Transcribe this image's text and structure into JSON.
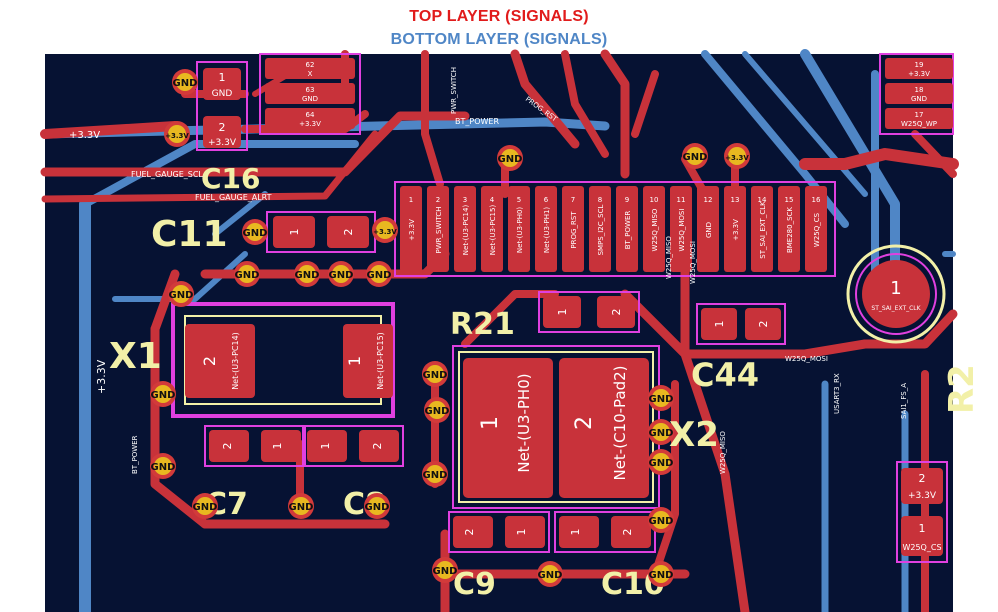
{
  "header": {
    "top_layer": "TOP LAYER (SIGNALS)",
    "bottom_layer": "BOTTOM LAYER (SIGNALS)"
  },
  "colors": {
    "top_layer": "#e11b1b",
    "bottom_layer": "#4f86c6",
    "board": "#061233",
    "copper": "#c8323a",
    "silkscreen": "#f2f0a8",
    "courtyard": "#e040e0",
    "via": "#e8b820"
  },
  "designators": {
    "c11": "C11",
    "c16": "C16",
    "r21": "R21",
    "x1": "X1",
    "x2": "X2",
    "c7": "C7",
    "c8": "C8",
    "c9": "C9",
    "c10": "C10",
    "c44": "C44",
    "r2": "R2"
  },
  "nets": {
    "v33": "+3.3V",
    "gnd": "GND",
    "fuel_gauge_scl": "FUEL_GAUGE_SCL",
    "fuel_gauge_alrt": "FUEL_GAUGE_ALRT",
    "bt_power": "BT_POWER",
    "pwr_switch": "PWR_SWITCH",
    "prog_rst": "PROG_RST",
    "w25q_mosi": "W25Q_MOSI",
    "w25q_miso": "W25Q_MISO",
    "w25q_wp": "W25Q_WP",
    "w25q_cs": "W25Q_CS",
    "usart3_rx": "USART3_RX",
    "sai1_fs_a": "SAI1_FS_A",
    "st_sai_ext_clk": "ST_SAI_EXT_CLK",
    "x": "X"
  },
  "connector_pins": [
    {
      "num": "1",
      "net": "+3.3V"
    },
    {
      "num": "2",
      "net": "PWR_SWITCH"
    },
    {
      "num": "3",
      "net": "Net-(U3-PC14)"
    },
    {
      "num": "4",
      "net": "Net-(U3-PC15)"
    },
    {
      "num": "5",
      "net": "Net-(U3-PH0)"
    },
    {
      "num": "6",
      "net": "Net-(U3-PH1)"
    },
    {
      "num": "7",
      "net": "PROG_RST"
    },
    {
      "num": "8",
      "net": "SMPS_I2C_SCL"
    },
    {
      "num": "9",
      "net": "BT_POWER"
    },
    {
      "num": "10",
      "net": "W25Q_MISO"
    },
    {
      "num": "11",
      "net": "W25Q_MOSI"
    },
    {
      "num": "12",
      "net": "GND"
    },
    {
      "num": "13",
      "net": "+3.3V"
    },
    {
      "num": "14",
      "net": "ST_SAI_EXT_CLK"
    },
    {
      "num": "15",
      "net": "BME280_SCK"
    },
    {
      "num": "16",
      "net": "W25Q_CS"
    }
  ],
  "top_pins": [
    {
      "num": "62",
      "net": "X"
    },
    {
      "num": "63",
      "net": "GND"
    },
    {
      "num": "64",
      "net": "+3.3V"
    }
  ],
  "right_pins": [
    {
      "num": "19",
      "net": "+3.3V"
    },
    {
      "num": "18",
      "net": "GND"
    },
    {
      "num": "17",
      "net": "W25Q_WP"
    }
  ],
  "pads": {
    "x1_pad2": "Net-(U3-PC14)",
    "x1_pad1": "Net-(U3-PC15)",
    "x2_pad1": "Net-(U3-PH0)",
    "x2_pad2": "Net-(C10-Pad2)",
    "testpoint": "ST_SAI_EXT_CLK"
  },
  "pad_numbers": {
    "one": "1",
    "two": "2"
  }
}
